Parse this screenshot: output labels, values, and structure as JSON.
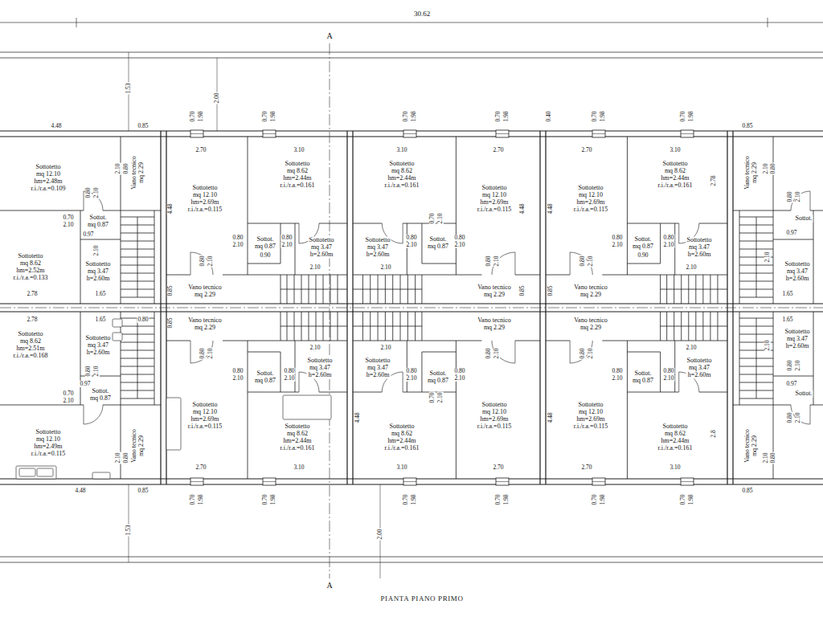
{
  "diagram": {
    "caption": "PIANTA PIANO PRIMO",
    "nodes": [
      {
        "text": [
          "Sottotetto",
          "mq 12.10",
          "hm=2.48m",
          "r.i./r.a.=0.109"
        ]
      },
      {
        "text": [
          "Vano tecnico",
          "mq 2.29"
        ]
      },
      {
        "text": [
          "Sottot.",
          "mq 0.87"
        ]
      },
      {
        "text": [
          "Sottotetto",
          "mq 3.47",
          "h=2.60m"
        ]
      },
      {
        "text": [
          "Sottotetto",
          "mq 8.62",
          "hm=2.52m",
          "r.i./r.a.=0.133"
        ]
      },
      {
        "text": [
          "Sottotetto",
          "mq 12.10",
          "hm=2.69m",
          "r.i./r.a.=0.115"
        ]
      },
      {
        "text": [
          "Sottotetto",
          "mq 8.62",
          "hm=2.44m",
          "r.i./r.a.=0.161"
        ]
      },
      {
        "text": [
          "Sottot.",
          "mq 0.87"
        ]
      },
      {
        "text": [
          "Sottotetto",
          "mq 3.47",
          "h=2.60m"
        ]
      },
      {
        "text": [
          "Vano tecnico",
          "mq 2.29"
        ]
      },
      {
        "text": [
          "Sottotetto",
          "mq 8.62",
          "hm=2.44m",
          "r.i./r.a.=0.161"
        ]
      },
      {
        "text": [
          "Sottotetto",
          "mq 12.10",
          "hm=2.69m",
          "r.i./r.a.=0.115"
        ]
      },
      {
        "text": [
          "Sottotetto",
          "mq 3.47",
          "h=2.60m"
        ]
      },
      {
        "text": [
          "Sottot.",
          "mq 0.87"
        ]
      },
      {
        "text": [
          "Vano tecnico",
          "mq 2.29"
        ]
      },
      {
        "text": [
          "Sottotetto",
          "mq 12.10",
          "hm=2.69m",
          "r.i./r.a.=0.115"
        ]
      },
      {
        "text": [
          "Sottotetto",
          "mq 8.62",
          "hm=2.44m",
          "r.i./r.a.=0.161"
        ]
      },
      {
        "text": [
          "Sottot.",
          "mq 0.87"
        ]
      },
      {
        "text": [
          "Sottotetto",
          "mq 3.47",
          "h=2.60m"
        ]
      },
      {
        "text": [
          "Vano tecnico",
          "mq 2.29"
        ]
      },
      {
        "text": [
          "Vano tecnico",
          "mq 2.29"
        ]
      },
      {
        "text": [
          "Sottot."
        ]
      },
      {
        "text": [
          "Sottotetto",
          "mq 3.47",
          "h=2.60m"
        ]
      },
      {
        "text": [
          "Sottotetto",
          "mq 8.62",
          "hm=2.51m",
          "r.i./r.a.=0.168"
        ]
      },
      {
        "text": [
          "Sottotetto",
          "mq 3.47",
          "h=2.60m"
        ]
      },
      {
        "text": [
          "Sottot.",
          "mq 0.87"
        ]
      },
      {
        "text": [
          "Sottotetto",
          "mq 12.10",
          "hm=2.49m",
          "r.i./r.a.=0.115"
        ]
      },
      {
        "text": [
          "Vano tecnico",
          "mq 2.29"
        ]
      },
      {
        "text": [
          "Vano tecnico",
          "mq 2.29"
        ]
      },
      {
        "text": [
          "Sottot.",
          "mq 0.87"
        ]
      },
      {
        "text": [
          "Sottotetto",
          "mq 3.47",
          "h=2.60m"
        ]
      },
      {
        "text": [
          "Sottotetto",
          "mq 12.10",
          "hm=2.69m",
          "r.i./r.a.=0.115"
        ]
      },
      {
        "text": [
          "Sottotetto",
          "mq 8.62",
          "hm=2.44m",
          "r.i./r.a.=0.161"
        ]
      },
      {
        "text": [
          "Vano tecnico",
          "mq 2.29"
        ]
      },
      {
        "text": [
          "Sottotetto",
          "mq 3.47",
          "h=2.60m"
        ]
      },
      {
        "text": [
          "Sottot.",
          "mq 0.87"
        ]
      },
      {
        "text": [
          "Sottotetto",
          "mq 8.62",
          "hm=2.44m",
          "r.i./r.a.=0.161"
        ]
      },
      {
        "text": [
          "Sottotetto",
          "mq 12.10",
          "hm=2.69m",
          "r.i./r.a.=0.115"
        ]
      },
      {
        "text": [
          "Vano tecnico",
          "mq 2.29"
        ]
      },
      {
        "text": [
          "Sottot.",
          "mq 0.87"
        ]
      },
      {
        "text": [
          "Sottotetto",
          "mq 3.47",
          "h=2.60m"
        ]
      },
      {
        "text": [
          "Sottotetto",
          "mq 12.10",
          "hm=2.69m",
          "r.i./r.a.=0.115"
        ]
      },
      {
        "text": [
          "Sottotetto",
          "mq 8.62",
          "hm=2.44m",
          "r.i./r.a.=0.161"
        ]
      },
      {
        "text": [
          "Sottotetto",
          "mq 3.47",
          "h=2.60m"
        ]
      },
      {
        "text": [
          "Sottot."
        ]
      },
      {
        "text": [
          "Vano tecnico",
          "mq 2.29"
        ]
      }
    ],
    "labels": [
      "30.62",
      "A",
      "A",
      "1.53",
      "2.00",
      "0.40",
      "1.53",
      "2.00",
      "0.70",
      "1.98",
      "0.70",
      "1.98",
      "0.70",
      "1.98",
      "0.70",
      "1.98",
      "0.70",
      "1.98",
      "0.70",
      "1.98",
      "0.70",
      "1.98",
      "0.70",
      "1.98",
      "0.70",
      "1.98",
      "0.70",
      "1.98",
      "0.70",
      "1.98",
      "0.70",
      "1.98",
      "4.48",
      "0.85",
      "2.10",
      "0.80",
      "0.80",
      "2.10",
      "0.70",
      "2.10",
      "0.97",
      "2.10",
      "1.65",
      "2.78",
      "2.78",
      "1.65",
      "0.80",
      "0.80",
      "2.10",
      "0.70",
      "2.10",
      "0.97",
      "4.48",
      "0.85",
      "2.10",
      "0.80",
      "2.70",
      "3.10",
      "4.48",
      "0.80",
      "2.10",
      "0.80",
      "2.10",
      "0.90",
      "2.10",
      "0.80",
      "2.10",
      "0.85",
      "3.10",
      "2.70",
      "4.48",
      "0.80",
      "2.10",
      "0.80",
      "2.10",
      "0.70",
      "2.10",
      "2.10",
      "0.80",
      "2.10",
      "0.85",
      "2.70",
      "3.10",
      "4.48",
      "2.78",
      "0.80",
      "2.10",
      "0.90",
      "0.80",
      "2.10",
      "2.10",
      "0.80",
      "2.10",
      "0.85",
      "0.85",
      "2.10",
      "0.80",
      "0.80",
      "2.10",
      "0.97",
      "2.10",
      "1.65",
      "0.85",
      "0.80",
      "2.10",
      "0.80",
      "2.10",
      "0.80",
      "2.10",
      "2.10",
      "2.70",
      "3.10",
      "2.10",
      "0.80",
      "2.10",
      "0.80",
      "2.10",
      "0.70",
      "2.10",
      "0.80",
      "2.10",
      "4.48",
      "3.10",
      "2.70",
      "4.48",
      "0.80",
      "2.10",
      "0.80",
      "2.10",
      "0.80",
      "2.10",
      "2.10",
      "2.8",
      "2.70",
      "3.10",
      "1.65",
      "2.10",
      "0.80",
      "2.10",
      "0.97",
      "0.80",
      "2.10",
      "2.10",
      "0.80",
      "0.85"
    ]
  }
}
